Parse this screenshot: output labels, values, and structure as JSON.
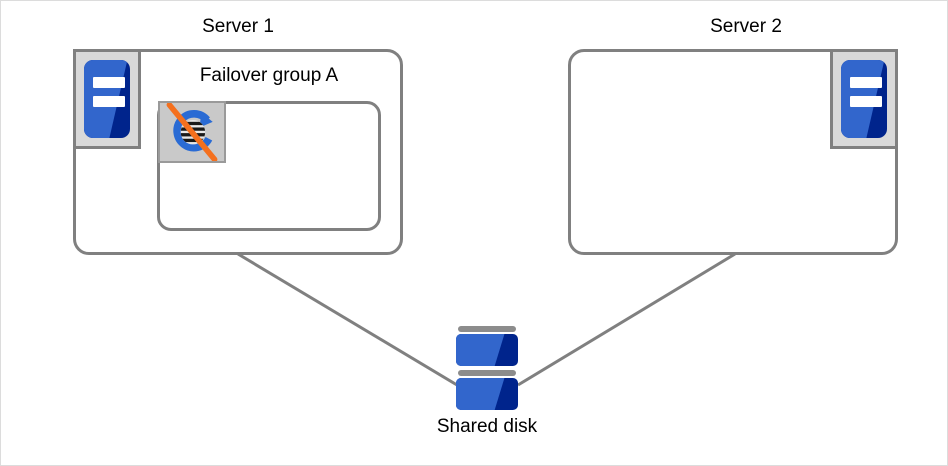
{
  "diagram": {
    "title": "Failover group stopped on Server 1 with shared disk",
    "colors": {
      "outline": "#808080",
      "icon_frame_fill": "#d9d9d9",
      "icon_blue_light": "#3266cc",
      "icon_blue_dark": "#00248c",
      "disabled_slash": "#f4701e",
      "link_line": "#808080",
      "canvas_border": "#dcdcdc",
      "text": "#000000"
    },
    "nodes": {
      "server1": {
        "label": "Server 1",
        "icon": "server-icon",
        "icon_position": "top-left"
      },
      "server2": {
        "label": "Server 2",
        "icon": "server-icon",
        "icon_position": "top-right"
      },
      "failover_group_a": {
        "label": "Failover group A",
        "icon": "group-resource-icon",
        "state": "disabled",
        "state_marker": "diagonal-slash"
      },
      "shared_disk": {
        "label": "Shared disk",
        "icon": "shared-disk-icon",
        "units": 2
      }
    },
    "connections": [
      {
        "from": "server1",
        "to": "shared_disk"
      },
      {
        "from": "server2",
        "to": "shared_disk"
      }
    ]
  }
}
